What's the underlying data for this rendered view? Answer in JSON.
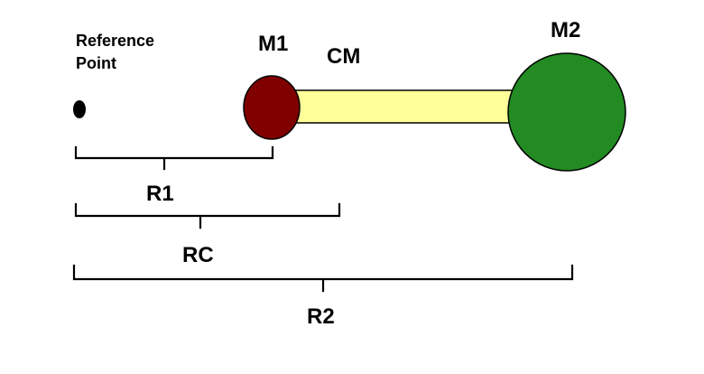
{
  "labels": {
    "reference_line1": "Reference",
    "reference_line2": "Point",
    "m1": "M1",
    "cm": "CM",
    "m2": "M2",
    "r1": "R1",
    "rc": "RC",
    "r2": "R2"
  },
  "colors": {
    "m1_fill": "#800000",
    "m2_fill": "#228b22",
    "rod_fill": "#ffff99",
    "reference_point": "#000000",
    "stroke": "#000000"
  }
}
